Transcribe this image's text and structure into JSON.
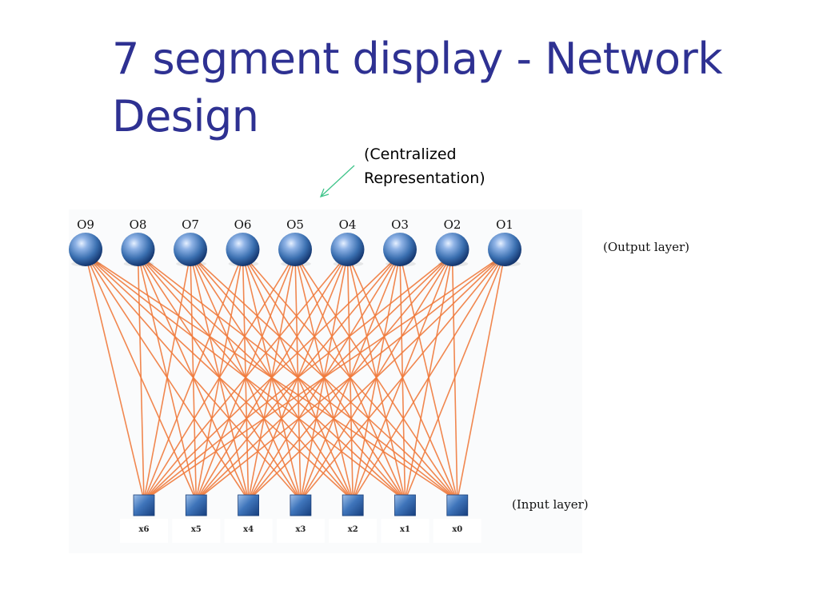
{
  "slide": {
    "title": "7 segment display - Network Design",
    "annotation": {
      "line1": "(Centralized",
      "line2": "Representation)"
    },
    "output_layer_label": "(Output layer)",
    "input_layer_label": "(Input layer)"
  },
  "network": {
    "output_nodes": [
      "O9",
      "O8",
      "O7",
      "O6",
      "O5",
      "O4",
      "O3",
      "O2",
      "O1"
    ],
    "input_nodes": [
      "x6",
      "x5",
      "x4",
      "x3",
      "x2",
      "x1",
      "x0"
    ],
    "fully_connected": true
  },
  "colors": {
    "title": "#2e3192",
    "connection": "#f07a3c",
    "node": "#3a6fb0",
    "arrow": "#3fc48a"
  }
}
